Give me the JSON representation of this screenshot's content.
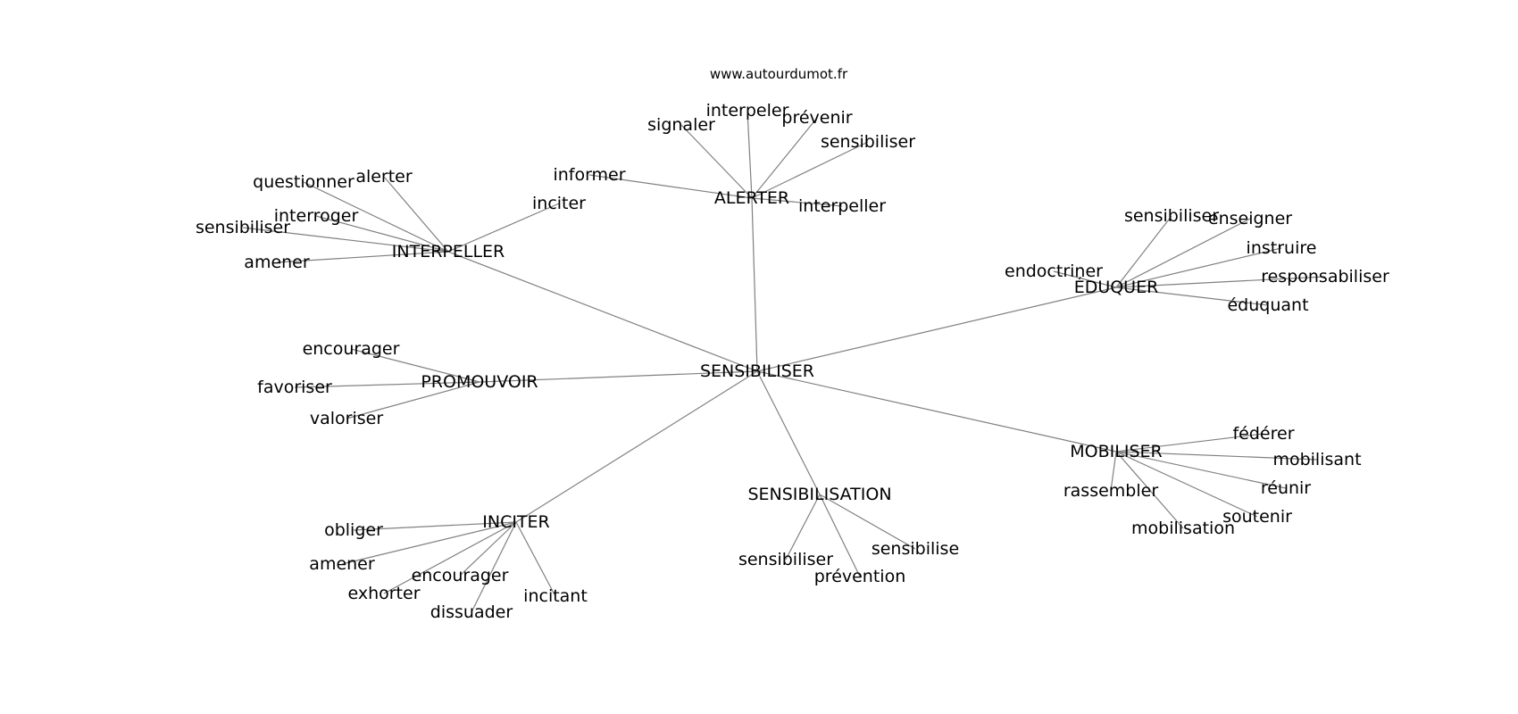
{
  "source": "www.autourdumot.fr",
  "root": "SENSIBILISER",
  "hubs": [
    {
      "label": "ALERTER",
      "children": [
        "informer",
        "signaler",
        "interpeler",
        "prévenir",
        "sensibiliser",
        "interpeller"
      ]
    },
    {
      "label": "INTERPELLER",
      "children": [
        "questionner",
        "alerter",
        "interroger",
        "sensibiliser",
        "amener",
        "inciter"
      ]
    },
    {
      "label": "ÉDUQUER",
      "children": [
        "endoctriner",
        "sensibiliser",
        "enseigner",
        "instruire",
        "responsabiliser",
        "éduquant"
      ]
    },
    {
      "label": "PROMOUVOIR",
      "children": [
        "encourager",
        "favoriser",
        "valoriser"
      ]
    },
    {
      "label": "MOBILISER",
      "children": [
        "fédérer",
        "mobilisant",
        "réunir",
        "soutenir",
        "mobilisation",
        "rassembler"
      ]
    },
    {
      "label": "SENSIBILISATION",
      "children": [
        "sensibiliser",
        "prévention",
        "sensibilise"
      ]
    },
    {
      "label": "INCITER",
      "children": [
        "obliger",
        "amener",
        "exhorter",
        "encourager",
        "dissuader",
        "incitant"
      ]
    }
  ]
}
